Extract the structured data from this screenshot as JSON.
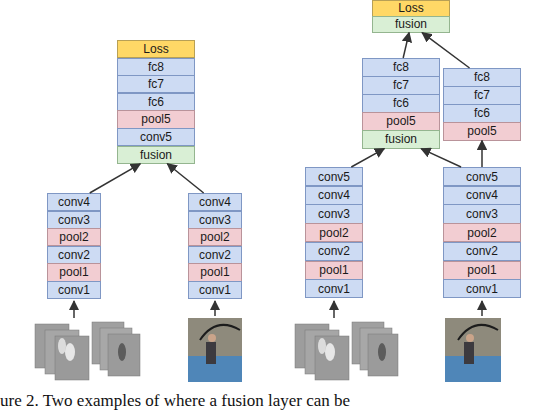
{
  "diagram": {
    "caption": "ure 2. Two examples of where a fusion layer can be",
    "nodes": [
      {
        "text": [
          "Loss"
        ]
      },
      {
        "text": [
          "fc8"
        ]
      },
      {
        "text": [
          "fc7"
        ]
      },
      {
        "text": [
          "fc6"
        ]
      },
      {
        "text": [
          "pool5"
        ]
      },
      {
        "text": [
          "conv5"
        ]
      },
      {
        "text": [
          "fusion"
        ]
      },
      {
        "text": [
          "conv4"
        ]
      },
      {
        "text": [
          "conv3"
        ]
      },
      {
        "text": [
          "pool2"
        ]
      },
      {
        "text": [
          "conv2"
        ]
      },
      {
        "text": [
          "pool1"
        ]
      },
      {
        "text": [
          "conv1"
        ]
      },
      {
        "text": [
          "conv4"
        ]
      },
      {
        "text": [
          "conv3"
        ]
      },
      {
        "text": [
          "pool2"
        ]
      },
      {
        "text": [
          "conv2"
        ]
      },
      {
        "text": [
          "pool1"
        ]
      },
      {
        "text": [
          "conv1"
        ]
      },
      {
        "text": [
          "Loss"
        ]
      },
      {
        "text": [
          "fusion"
        ]
      },
      {
        "text": [
          "fc8"
        ]
      },
      {
        "text": [
          "fc7"
        ]
      },
      {
        "text": [
          "fc6"
        ]
      },
      {
        "text": [
          "pool5"
        ]
      },
      {
        "text": [
          "fusion"
        ]
      },
      {
        "text": [
          "fc8"
        ]
      },
      {
        "text": [
          "fc7"
        ]
      },
      {
        "text": [
          "fc6"
        ]
      },
      {
        "text": [
          "pool5"
        ]
      },
      {
        "text": [
          "conv5"
        ]
      },
      {
        "text": [
          "conv4"
        ]
      },
      {
        "text": [
          "conv3"
        ]
      },
      {
        "text": [
          "pool2"
        ]
      },
      {
        "text": [
          "conv2"
        ]
      },
      {
        "text": [
          "pool1"
        ]
      },
      {
        "text": [
          "conv1"
        ]
      },
      {
        "text": [
          "conv5"
        ]
      },
      {
        "text": [
          "conv4"
        ]
      },
      {
        "text": [
          "conv3"
        ]
      },
      {
        "text": [
          "pool2"
        ]
      },
      {
        "text": [
          "conv2"
        ]
      },
      {
        "text": [
          "pool1"
        ]
      },
      {
        "text": [
          "conv1"
        ]
      }
    ],
    "edges": [
      {
        "from": 7,
        "to": 6,
        "arrow": "to"
      },
      {
        "from": 13,
        "to": 6,
        "arrow": "to"
      },
      {
        "from": 21,
        "to": 20,
        "arrow": "to"
      },
      {
        "from": 26,
        "to": 20,
        "arrow": "to"
      },
      {
        "from": 30,
        "to": 25,
        "arrow": "to"
      },
      {
        "from": 37,
        "to": 25,
        "arrow": "to"
      },
      {
        "from": 37,
        "to": 29,
        "arrow": "to"
      }
    ]
  }
}
